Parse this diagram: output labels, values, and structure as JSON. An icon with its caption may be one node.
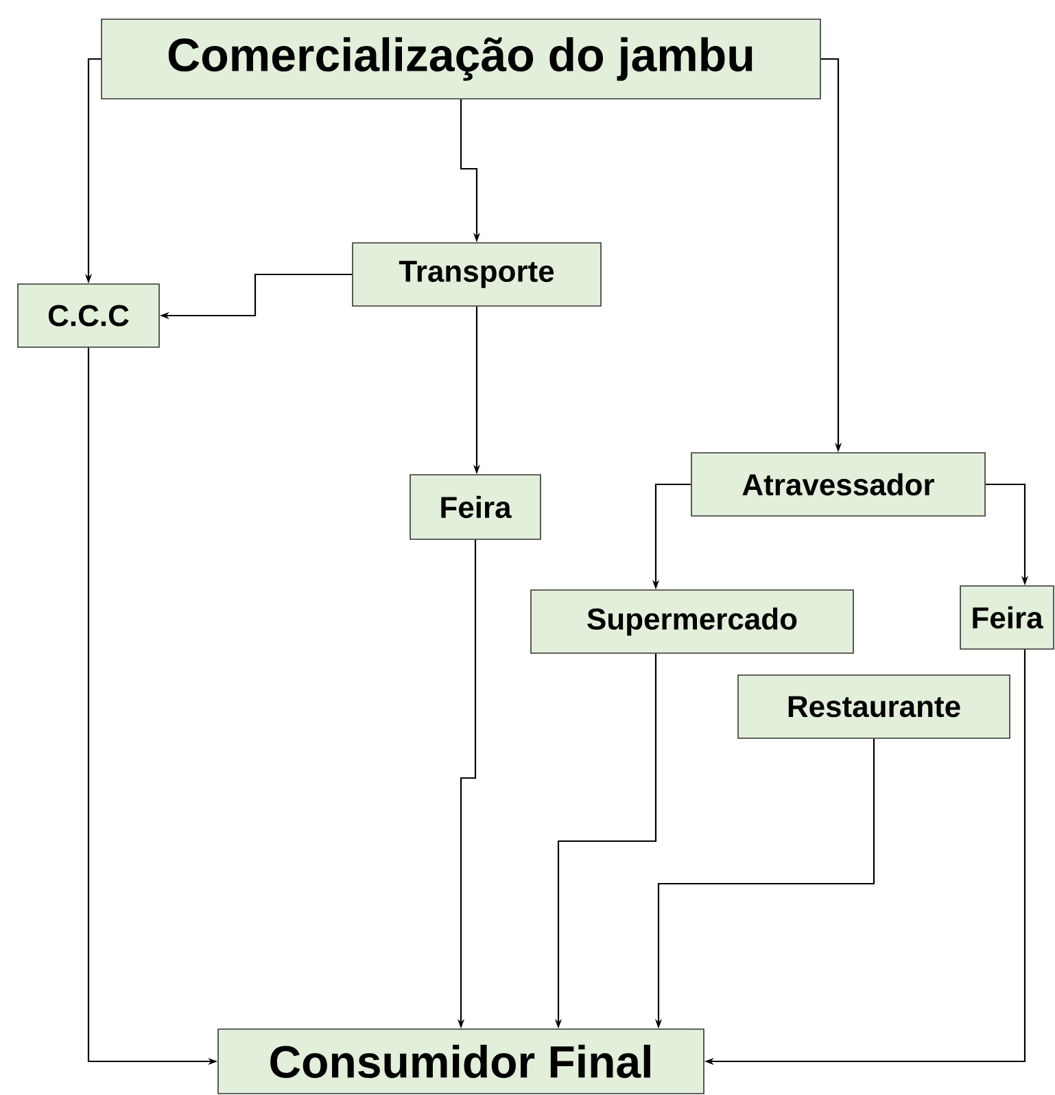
{
  "diagram": {
    "nodes": [
      {
        "text": [
          "Comercialização do jambu"
        ]
      },
      {
        "text": [
          "Transporte"
        ]
      },
      {
        "text": [
          "C.C.C"
        ]
      },
      {
        "text": [
          "Feira"
        ]
      },
      {
        "text": [
          "Atravessador"
        ]
      },
      {
        "text": [
          "Supermercado"
        ]
      },
      {
        "text": [
          "Feira"
        ]
      },
      {
        "text": [
          "Restaurante"
        ]
      },
      {
        "text": [
          "Consumidor Final"
        ]
      }
    ],
    "edges": [
      {
        "from": 0,
        "to": 2,
        "arrow": "to"
      },
      {
        "from": 0,
        "to": 1,
        "arrow": "to"
      },
      {
        "from": 0,
        "to": 4,
        "arrow": "to"
      },
      {
        "from": 1,
        "to": 2,
        "arrow": "to"
      },
      {
        "from": 1,
        "to": 3,
        "arrow": "to"
      },
      {
        "from": 4,
        "to": 5,
        "arrow": "to"
      },
      {
        "from": 4,
        "to": 6,
        "arrow": "to"
      },
      {
        "from": 2,
        "to": 8,
        "arrow": "to"
      },
      {
        "from": 3,
        "to": 8,
        "arrow": "to"
      },
      {
        "from": 5,
        "to": 8,
        "arrow": "to"
      },
      {
        "from": 7,
        "to": 8,
        "arrow": "to"
      },
      {
        "from": 6,
        "to": 8,
        "arrow": "to"
      }
    ]
  }
}
